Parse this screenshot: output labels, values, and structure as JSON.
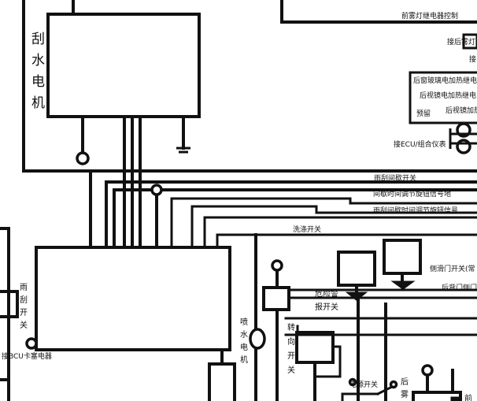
{
  "labels": {
    "wiper_motor": [
      "刮",
      "水",
      "电",
      "机"
    ],
    "front_fog_relay": "前雾灯继电器控制",
    "rear_fog_label": "接后雾灯",
    "rear_fog_label2": "接",
    "rear_glass_heater_relay": "后窗玻璃电加热继电",
    "mirror_heater_relay": "后视镜电加热继电",
    "reserved": "预留",
    "mirror_heater_switch": "后视镜加热",
    "ecu_cluster": "接ECU/组合仪表",
    "wiper_interval_switch": "雨刮间歇开关",
    "interval_knob_signal_a": "间歇时间调节旋钮信号地",
    "interval_knob_signal_b": "雨刮间歇时间调节旋钮信号",
    "washer_switch": "洗涤开关",
    "side_door_switch": "侧滑门开关(常",
    "rear_door_label": "后背门侧门",
    "hazard_switch": [
      "危险警",
      "报开关"
    ],
    "turn_switch": [
      "转",
      "向",
      "开",
      "关"
    ],
    "washer_motor": [
      "喷",
      "水",
      "电",
      "机"
    ],
    "wiper_switch_left": [
      "雨",
      "刮",
      "开",
      "关"
    ],
    "bcu_relay": "接BCU卡塞电器",
    "power_switch": "电源开关",
    "rear_label": [
      "后",
      "雾"
    ],
    "front_label": "前"
  },
  "colors": {
    "line": "#111111",
    "background": "#ffffff"
  }
}
